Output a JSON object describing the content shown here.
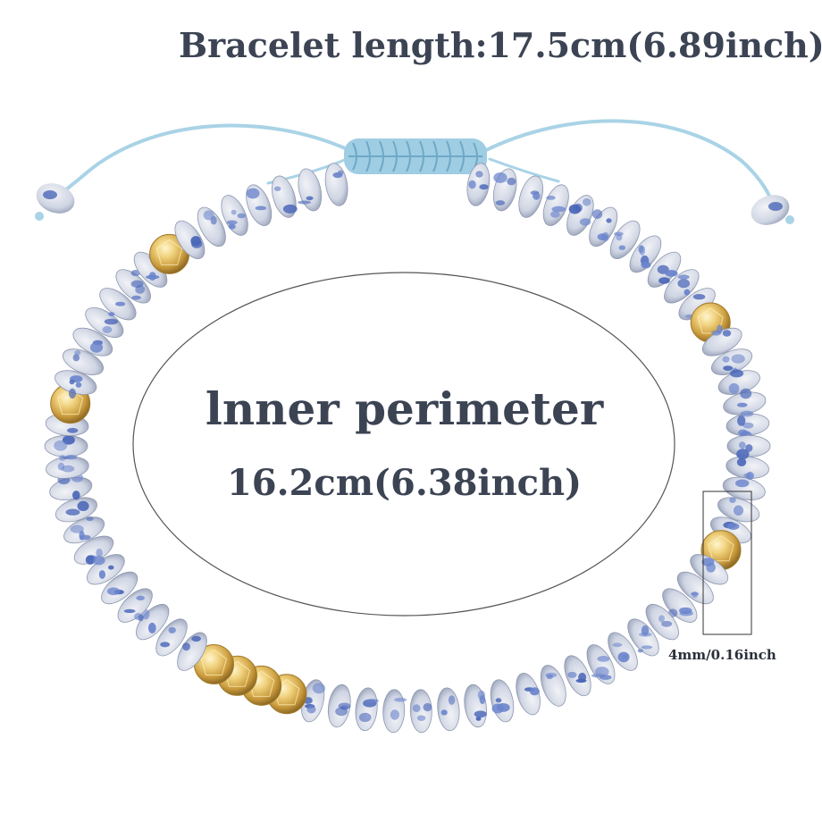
{
  "title": "Bracelet length:17.5cm(6.89inch)",
  "inner_perimeter": {
    "label": "lnner perimeter",
    "value": "16.2cm(6.38inch)"
  },
  "bead_size": "4mm/0.16inch",
  "colors": {
    "text": "#3c4454",
    "cord": "#a9d3e6",
    "stone_base": "#dfe2ea",
    "stone_blue": "#4a66b8",
    "gold": "#d9b45a",
    "ellipse_outline": "#555555"
  }
}
